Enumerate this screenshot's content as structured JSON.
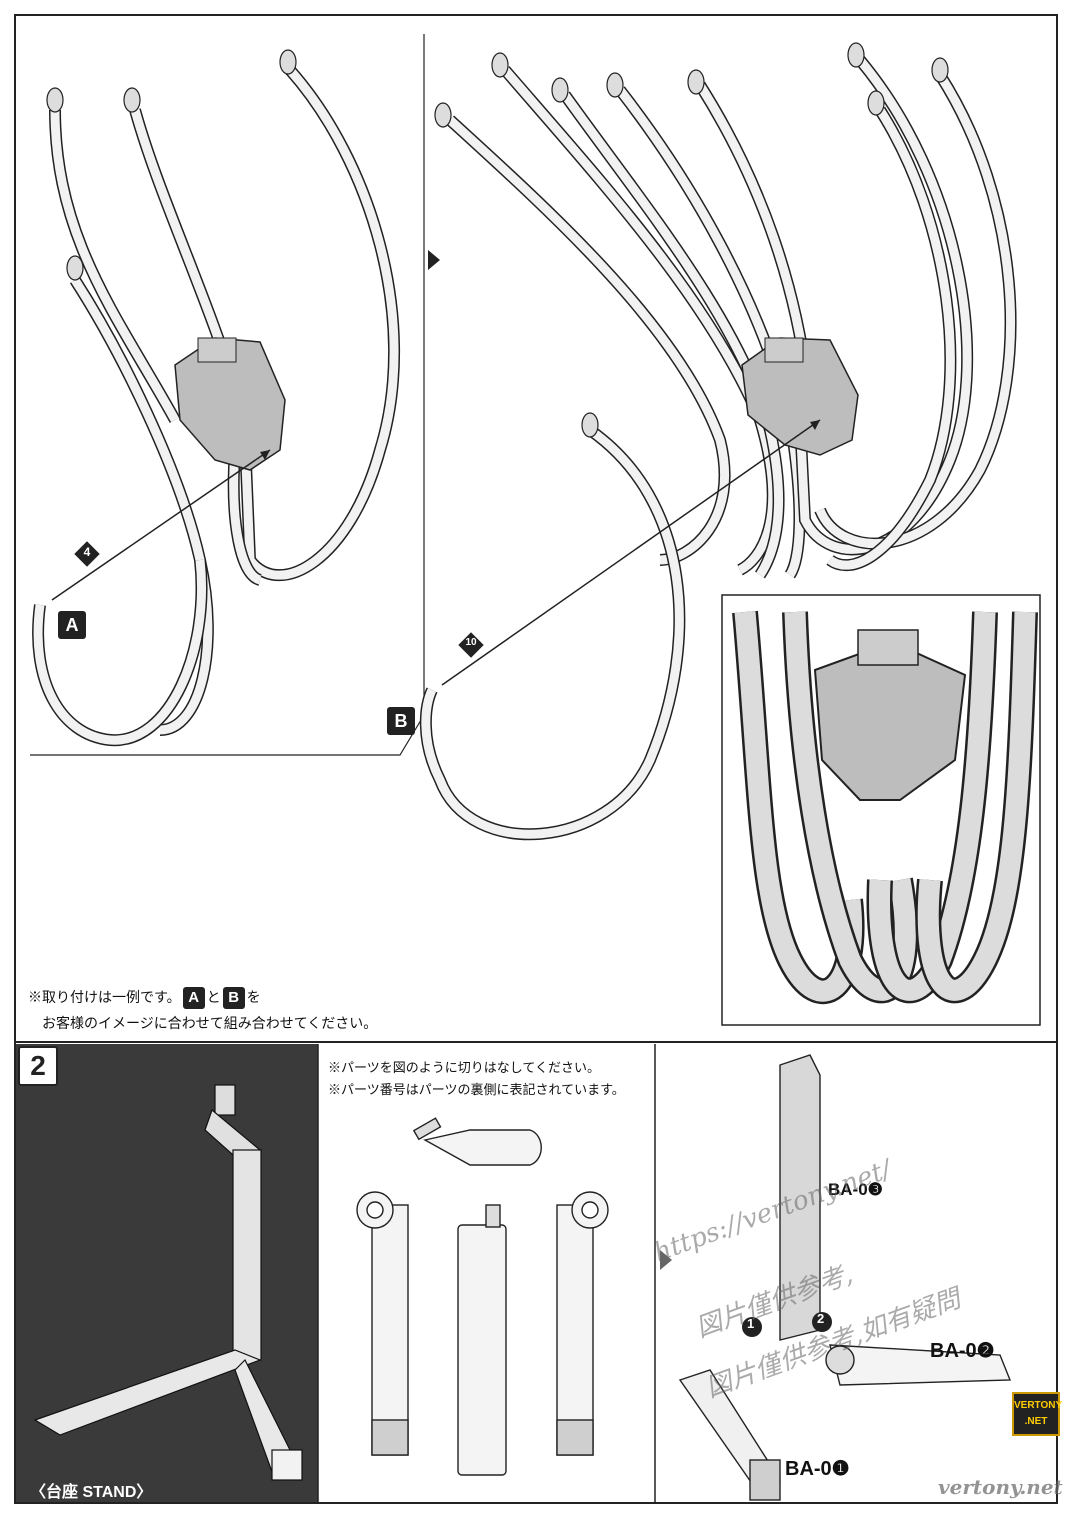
{
  "top": {
    "key_a": "A",
    "key_b": "B",
    "step_a": "4",
    "step_b": "10",
    "note_line1_pre": "※取り付けは一例です。",
    "note_line1_mid": "と",
    "note_line1_post": "を",
    "note_line2": "お客様のイメージに合わせて組み合わせてください。"
  },
  "section2": {
    "number": "2",
    "stand_caption": "〈台座 STAND〉",
    "instr1": "※パーツを図のように切りはなしてください。",
    "instr2": "※パーツ番号はパーツの裏側に表記されています。",
    "step1": "1",
    "step2": "2",
    "part_ba3": "BA-0❸",
    "part_ba2": "BA-0❷",
    "part_ba1": "BA-0❶"
  },
  "watermark": {
    "url": "https://vertony.net/",
    "line1": "図片僅供参考,",
    "line2": "図片僅供参考,如有疑問",
    "badge_top": "VERTONY",
    "badge_bottom": ".NET",
    "footer": "vertony.net"
  },
  "colors": {
    "line": "#222222",
    "tube_fill": "#f2f2f2",
    "panel_dark": "#3a3a3a",
    "part_grey": "#bdbdbd"
  }
}
